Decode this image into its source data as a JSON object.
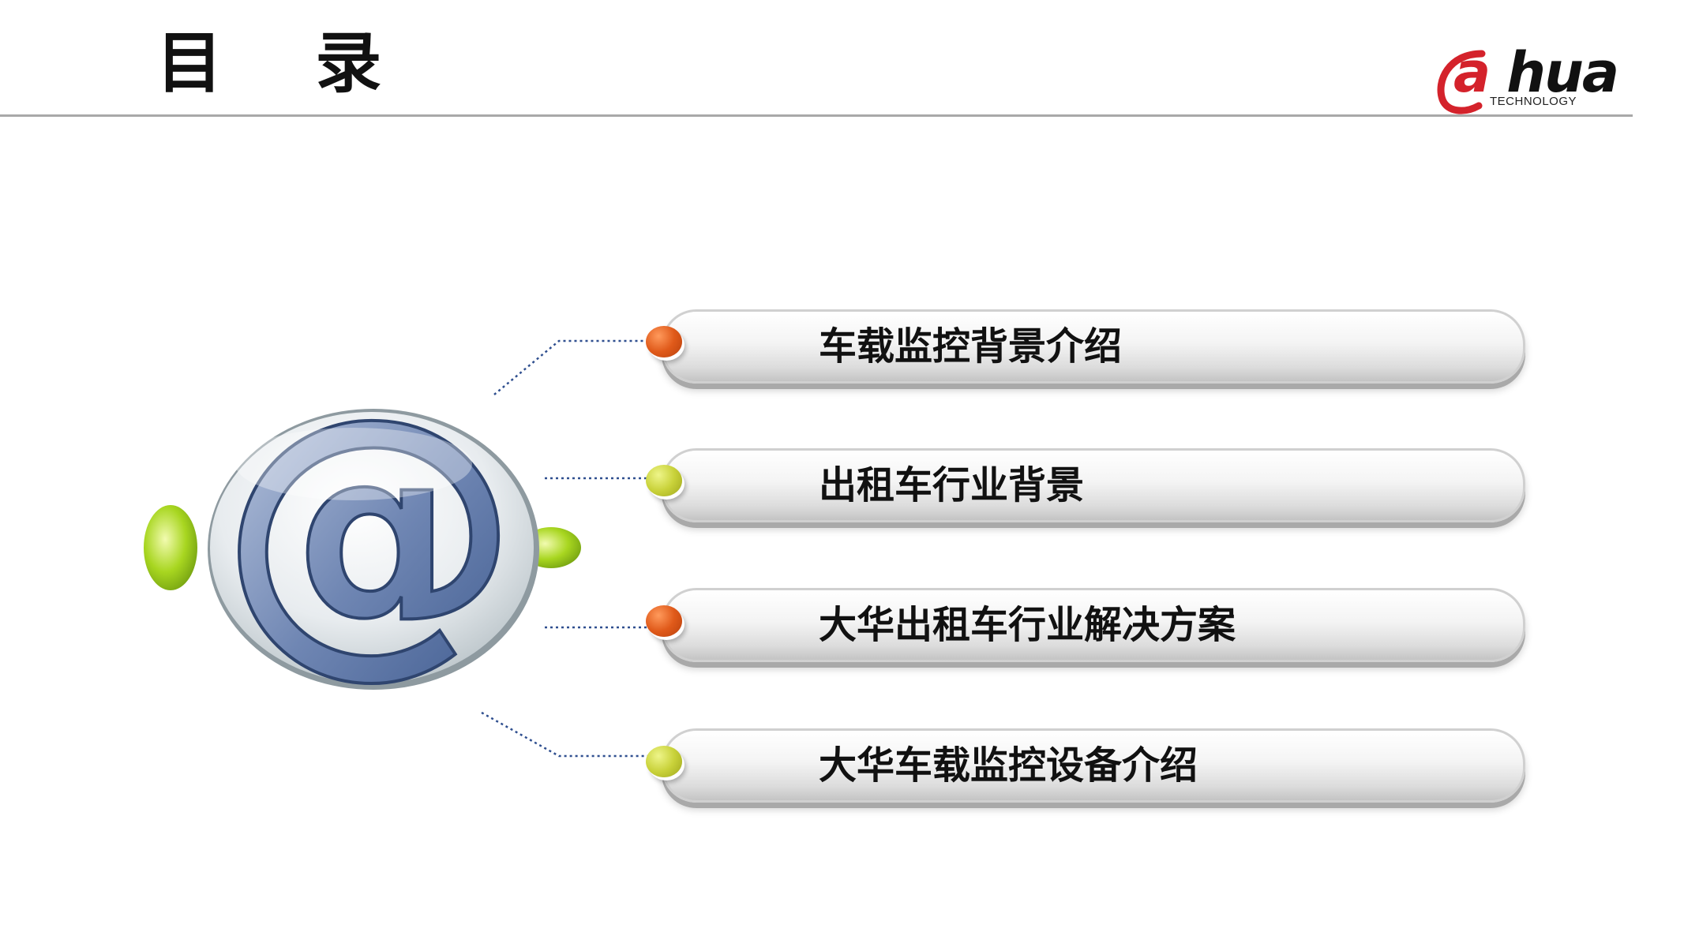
{
  "page": {
    "title": "目 录"
  },
  "logo": {
    "wordmark_a": "a",
    "wordmark_rest": "hua",
    "subtext": "TECHNOLOGY",
    "accent_color": "#d4222b"
  },
  "hub": {
    "icon": "at-sign-icon",
    "symbol": "@"
  },
  "menu": {
    "items": [
      {
        "label": "车载监控背景介绍",
        "dot_color": "orange"
      },
      {
        "label": "出租车行业背景",
        "dot_color": "green"
      },
      {
        "label": "大华出租车行业解决方案",
        "dot_color": "orange"
      },
      {
        "label": "大华车载监控设备介绍",
        "dot_color": "green"
      }
    ]
  }
}
